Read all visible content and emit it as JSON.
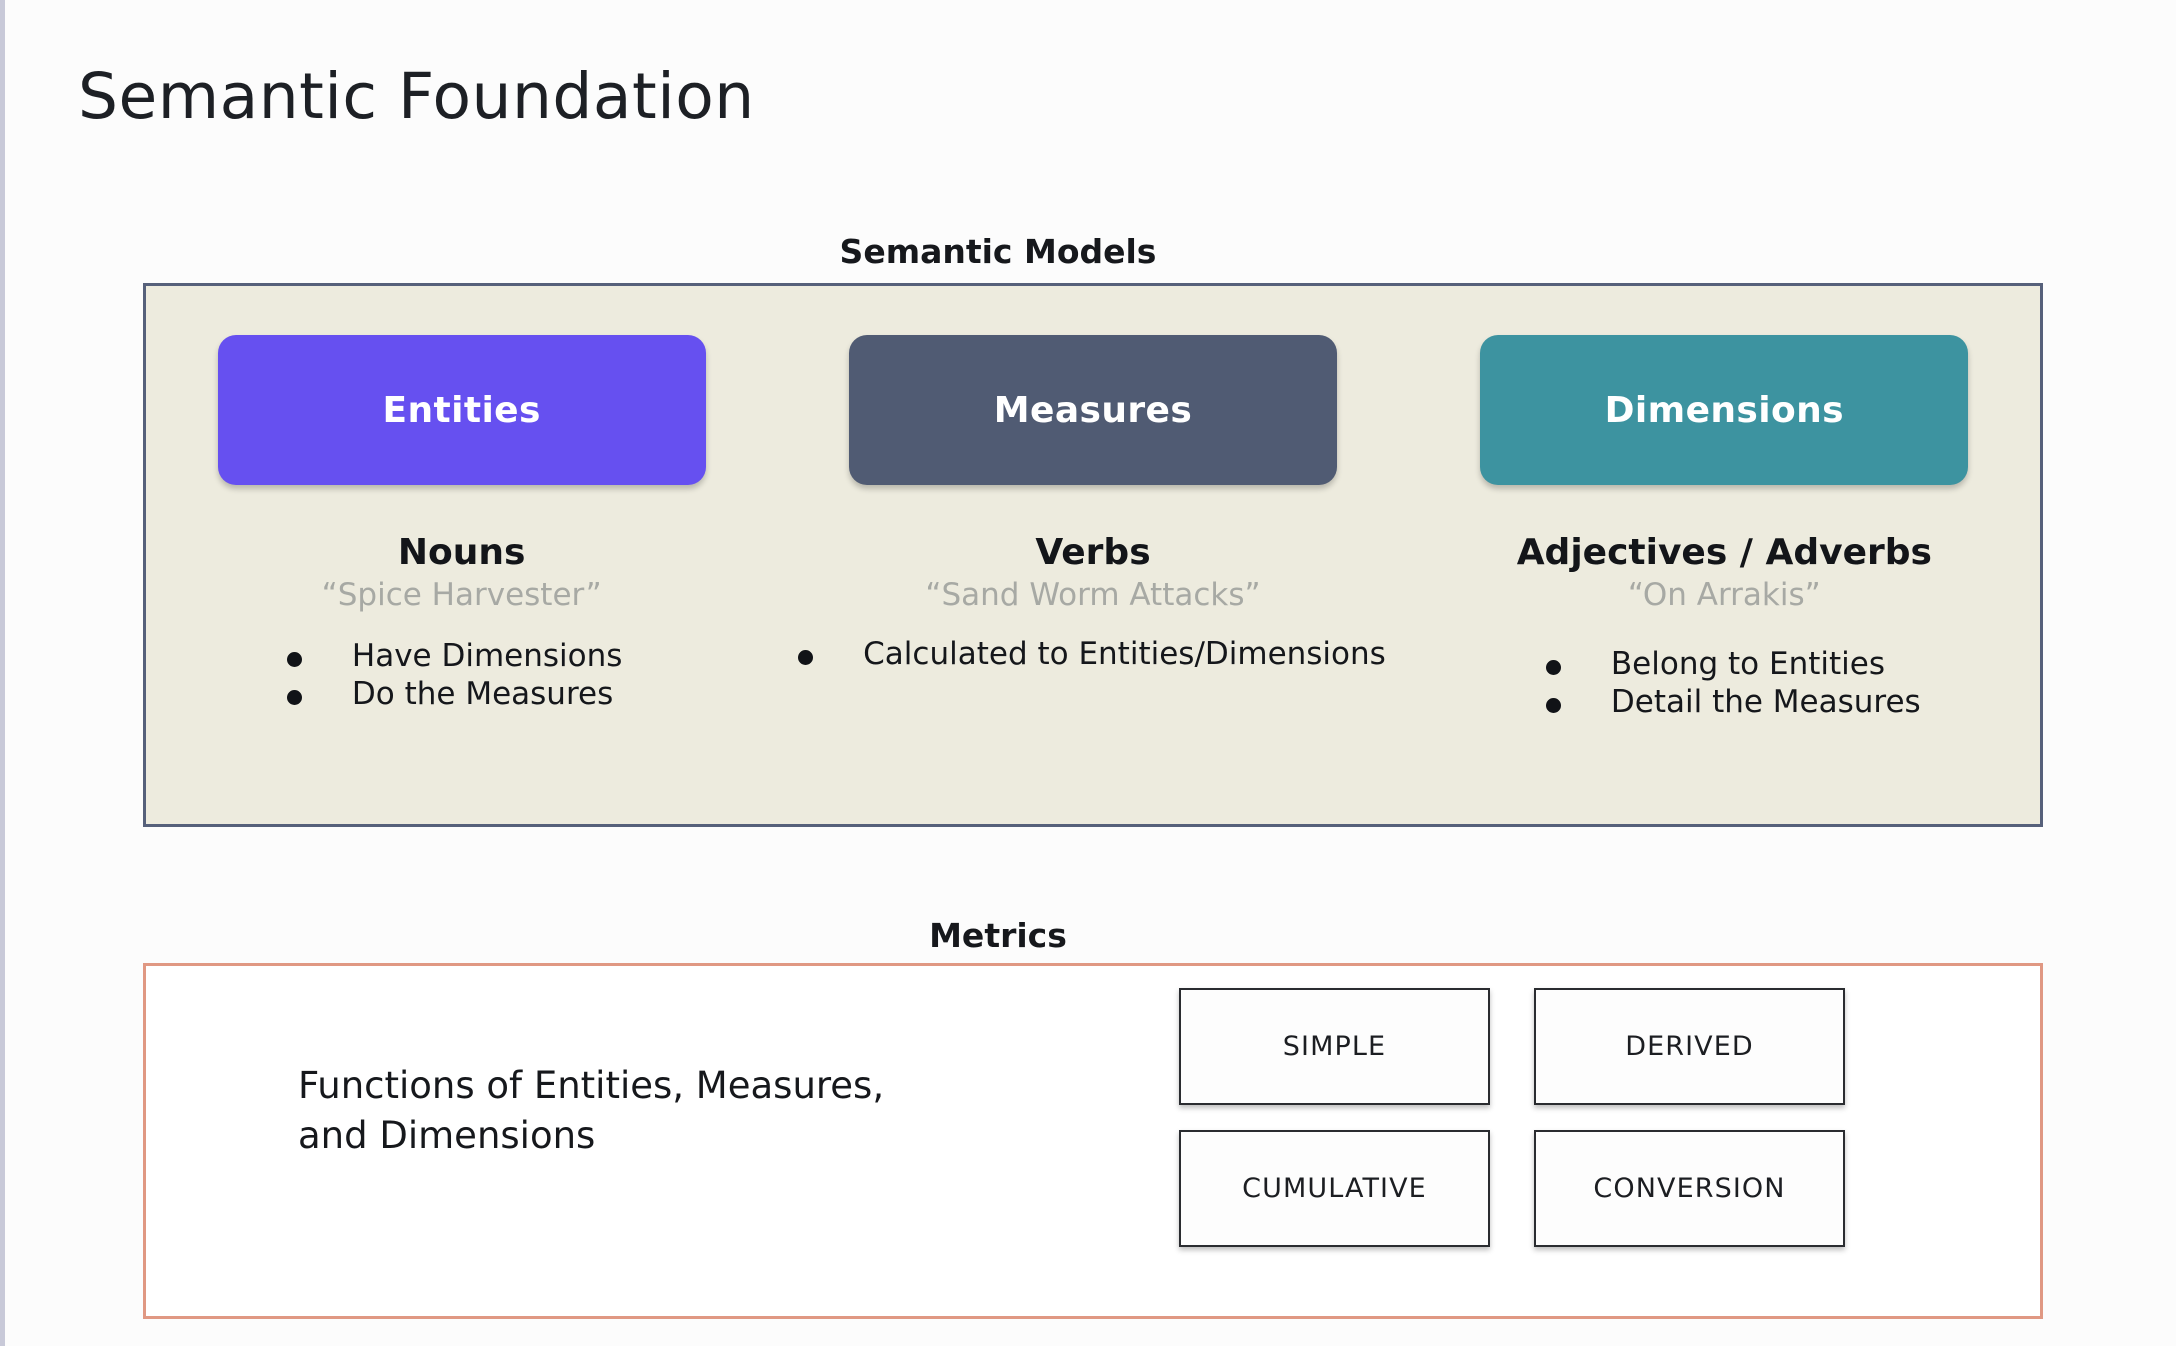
{
  "page": {
    "title": "Semantic Foundation",
    "background_color": "#fcfcfc"
  },
  "semantic_models": {
    "section_label": "Semantic Models",
    "panel_background": "#edebde",
    "panel_border": "#56607a",
    "columns": [
      {
        "pill_label": "Entities",
        "pill_color": "#6650f0",
        "part_of_speech": "Nouns",
        "example": "“Spice Harvester”",
        "bullets": [
          "Have Dimensions",
          "Do the Measures"
        ]
      },
      {
        "pill_label": "Measures",
        "pill_color": "#505b73",
        "part_of_speech": "Verbs",
        "example": "“Sand Worm Attacks”",
        "bullets": [
          "Calculated to Entities/Dimensions"
        ]
      },
      {
        "pill_label": "Dimensions",
        "pill_color": "#3d93a0",
        "part_of_speech": "Adjectives / Adverbs",
        "example": "“On Arrakis”",
        "bullets": [
          "Belong to Entities",
          "Detail the Measures"
        ]
      }
    ]
  },
  "metrics": {
    "section_label": "Metrics",
    "panel_border": "#e09883",
    "description_line_1": "Functions of Entities, Measures,",
    "description_line_2": "and Dimensions",
    "types": [
      "SIMPLE",
      "DERIVED",
      "CUMULATIVE",
      "CONVERSION"
    ]
  }
}
